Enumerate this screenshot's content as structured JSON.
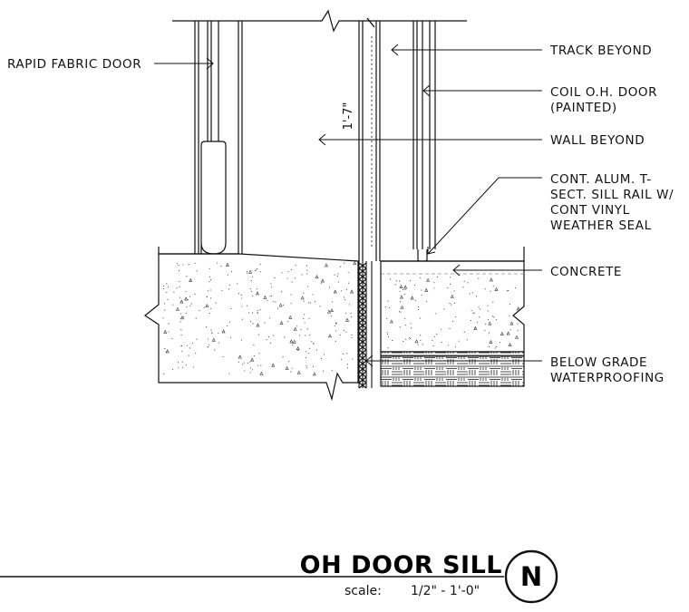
{
  "labels": {
    "rapid_fabric_door": "RAPID FABRIC DOOR",
    "track_beyond": "TRACK BEYOND",
    "coil_door_1": "COIL O.H. DOOR",
    "coil_door_2": "(PAINTED)",
    "wall_beyond": "WALL BEYOND",
    "sill_rail_1": "CONT. ALUM. T-",
    "sill_rail_2": "SECT. SILL RAIL W/",
    "sill_rail_3": "CONT VINYL",
    "sill_rail_4": "WEATHER SEAL",
    "concrete": "CONCRETE",
    "waterproofing_1": "BELOW GRADE",
    "waterproofing_2": "WATERPROOFING"
  },
  "dimension": "1'-7\"",
  "title_block": {
    "title": "OH DOOR SILL",
    "scale_label": "scale:",
    "scale_value": "1/2\" - 1'-0\"",
    "detail_mark": "N"
  }
}
